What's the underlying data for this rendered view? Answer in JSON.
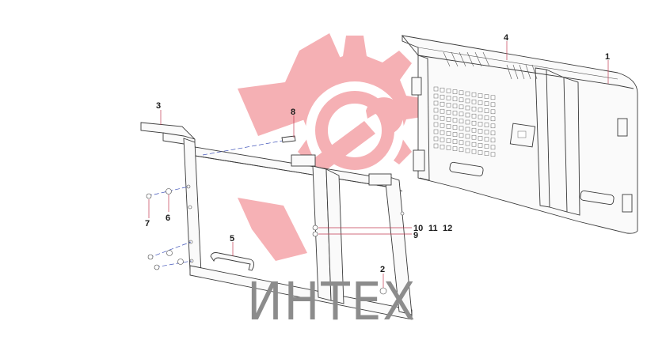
{
  "diagram": {
    "watermark": {
      "text": "ИНТЕХ",
      "logo_color": "#f4a3a8",
      "text_color": "#8c8c8c"
    },
    "callouts": [
      {
        "id": "c1",
        "label": "1"
      },
      {
        "id": "c2",
        "label": "2"
      },
      {
        "id": "c3",
        "label": "3"
      },
      {
        "id": "c4",
        "label": "4"
      },
      {
        "id": "c5",
        "label": "5"
      },
      {
        "id": "c6",
        "label": "6"
      },
      {
        "id": "c7",
        "label": "7"
      },
      {
        "id": "c8",
        "label": "8"
      },
      {
        "id": "c9",
        "label": "9"
      },
      {
        "id": "c10",
        "label": "10"
      },
      {
        "id": "c11",
        "label": "11"
      },
      {
        "id": "c12",
        "label": "12"
      }
    ],
    "colors": {
      "linework": "#3a3a3a",
      "leader": "#c23b52",
      "axis": "#3b4fb8"
    }
  }
}
